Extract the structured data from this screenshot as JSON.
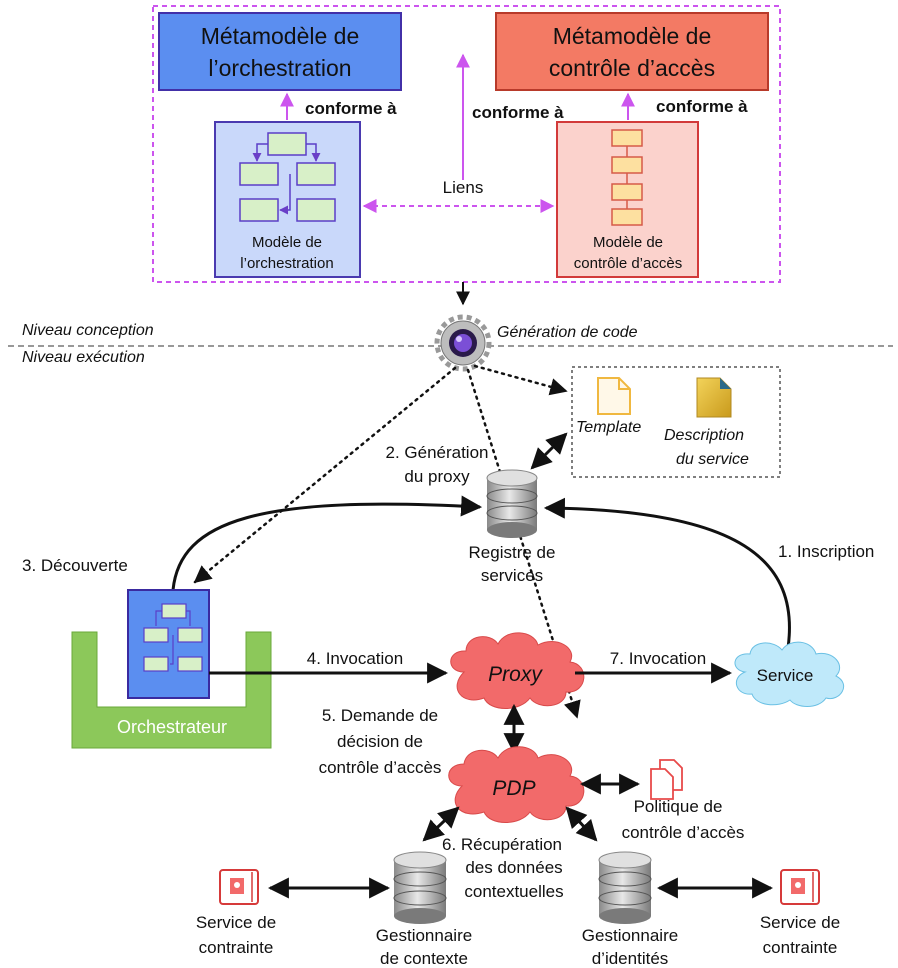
{
  "colors": {
    "orchestration_blue": "#5b8ef0",
    "access_red": "#f37a64",
    "magenta": "#cc55ee",
    "orchestrator_green": "#8cc85a",
    "cloud_red": "#f26a6a",
    "cloud_blue": "#bfe9fa"
  },
  "top_box": {
    "meta_orchestration": [
      "Métamodèle de",
      "l’orchestration"
    ],
    "meta_access": [
      "Métamodèle de",
      "contrôle d’accès"
    ],
    "model_orchestration": [
      "Modèle de",
      "l’orchestration"
    ],
    "model_access": [
      "Modèle de",
      "contrôle d’accès"
    ],
    "conforms_left": "conforme à",
    "conforms_mid": "conforme à",
    "conforms_right": "conforme à",
    "links": "Liens"
  },
  "levels": {
    "design": "Niveau conception",
    "execution": "Niveau exécution",
    "code_generation": "Génération de code"
  },
  "artifacts": {
    "template": "Template",
    "description": [
      "Description",
      "du service"
    ]
  },
  "steps": {
    "proxy_generation": [
      "2. Génération",
      "du proxy"
    ],
    "discovery": "3. Découverte",
    "registration": "1. Inscription",
    "invocation4": "4. Invocation",
    "invocation7": "7. Invocation",
    "decision_request": [
      "5. Demande de",
      "décision de",
      "contrôle d’accès"
    ],
    "context_retrieval": [
      "6. Récupération",
      "des données",
      "contextuelles"
    ]
  },
  "nodes": {
    "registry": [
      "Registre de",
      "services"
    ],
    "orchestrator": "Orchestrateur",
    "proxy": "Proxy",
    "service": "Service",
    "pdp": "PDP",
    "policy": [
      "Politique de",
      "contrôle d’accès"
    ],
    "context_manager": [
      "Gestionnaire",
      "de contexte"
    ],
    "identity_manager": [
      "Gestionnaire",
      "d’identités"
    ],
    "constraint_left": [
      "Service de",
      "contrainte"
    ],
    "constraint_right": [
      "Service de",
      "contrainte"
    ]
  },
  "icons": [
    "gear-icon",
    "document-icon",
    "database-icon",
    "cloud-icon",
    "lock-icon",
    "flowchart-icon"
  ]
}
